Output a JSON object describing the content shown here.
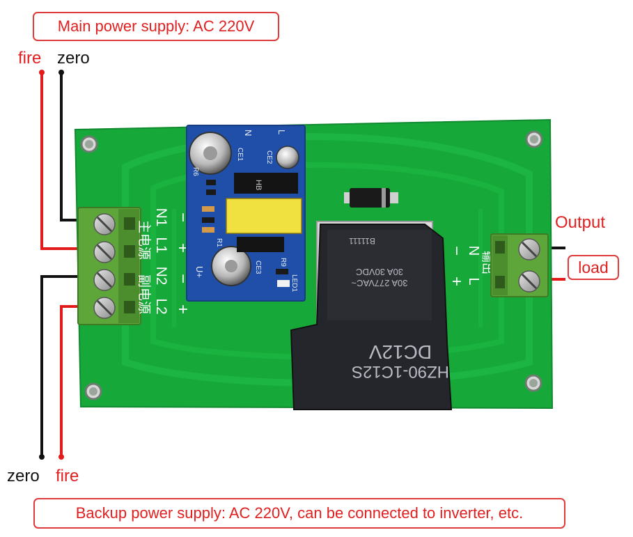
{
  "callouts": {
    "main_supply": "Main power supply: AC 220V",
    "backup_supply": "Backup power supply: AC 220V, can be connected to inverter, etc.",
    "load": "load"
  },
  "wire_labels": {
    "top_fire": "fire",
    "top_zero": "zero",
    "bottom_zero": "zero",
    "bottom_fire": "fire",
    "output": "Output"
  },
  "board_silkscreen": {
    "n1": "N1",
    "l1": "L1",
    "n2": "N2",
    "l2": "L2",
    "main_source": "主电源",
    "backup_source": "副电源",
    "minus1": "−",
    "plus1": "+",
    "minus2": "−",
    "plus2": "+",
    "out_n": "N",
    "out_l": "L",
    "out_minus": "−",
    "out_plus": "+",
    "output_cn": "输出"
  },
  "psu_module": {
    "cap1": "CE1",
    "cap2": "CE2",
    "cap3": "CE3",
    "led": "LED1",
    "r9": "R9",
    "r6": "R6",
    "r1": "R1",
    "uplus": "U+",
    "n": "N",
    "l": "L",
    "transformer": "HB"
  },
  "relay": {
    "model": "HZ90-1C12S",
    "coil": "DC12V",
    "rating1": "30A 30VDC",
    "rating2": "30A 277VAC~",
    "code": "B11111"
  },
  "colors": {
    "pcb": "#17a83a",
    "pcb_dark": "#0f8a2c",
    "terminal": "#5ea63a",
    "psu": "#1f4fa8",
    "relay": "#24262b",
    "wire_red": "#e21b1b",
    "wire_black": "#111111",
    "callout": "#e03a3a"
  }
}
